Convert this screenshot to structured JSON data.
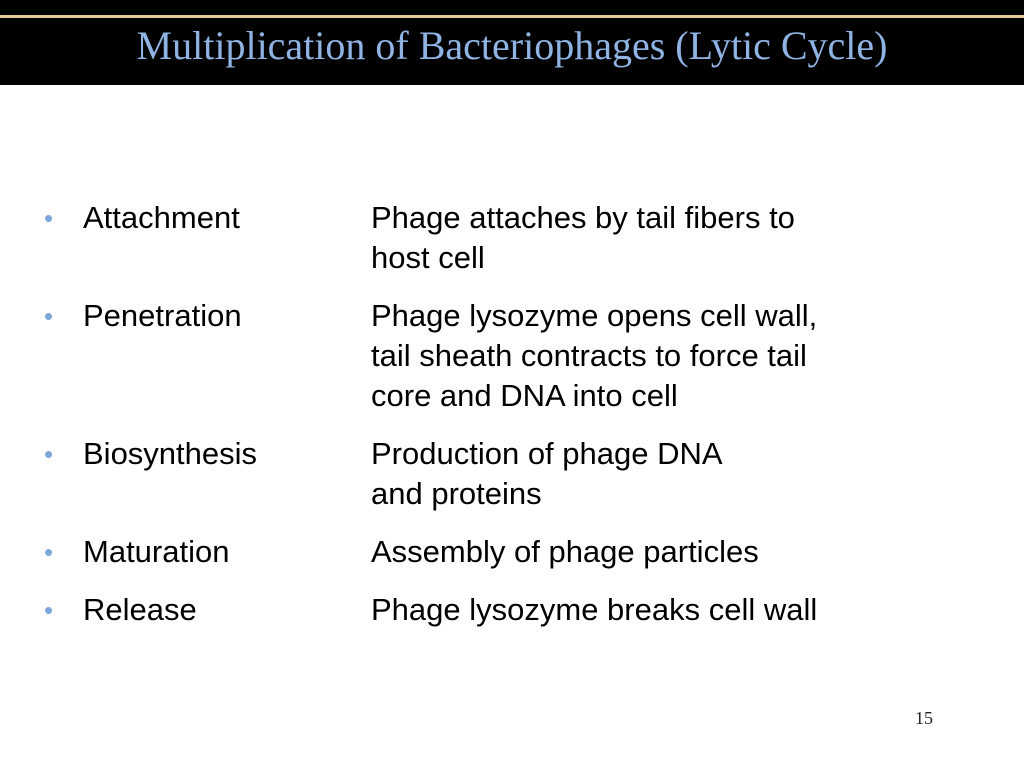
{
  "slide": {
    "title": "Multiplication of Bacteriophages (Lytic Cycle)",
    "page_number": "15",
    "bullet_glyph": "•",
    "items": [
      {
        "term": "Attachment",
        "definition_lines": [
          "Phage attaches by tail fibers to",
          "host cell"
        ]
      },
      {
        "term": "Penetration",
        "definition_lines": [
          "Phage lysozyme opens cell wall,",
          "tail sheath contracts to force tail",
          "core and DNA into cell"
        ]
      },
      {
        "term": "Biosynthesis",
        "definition_lines": [
          "Production of phage DNA",
          "and proteins"
        ]
      },
      {
        "term": "Maturation",
        "definition_lines": [
          "Assembly of phage particles"
        ]
      },
      {
        "term": "Release",
        "definition_lines": [
          "Phage lysozyme breaks cell wall"
        ]
      }
    ]
  },
  "colors": {
    "title_background": "#000000",
    "title_text": "#8fb4e3",
    "title_rule": "#e8c79a",
    "bullet": "#7da7d9",
    "body_text": "#000000"
  }
}
